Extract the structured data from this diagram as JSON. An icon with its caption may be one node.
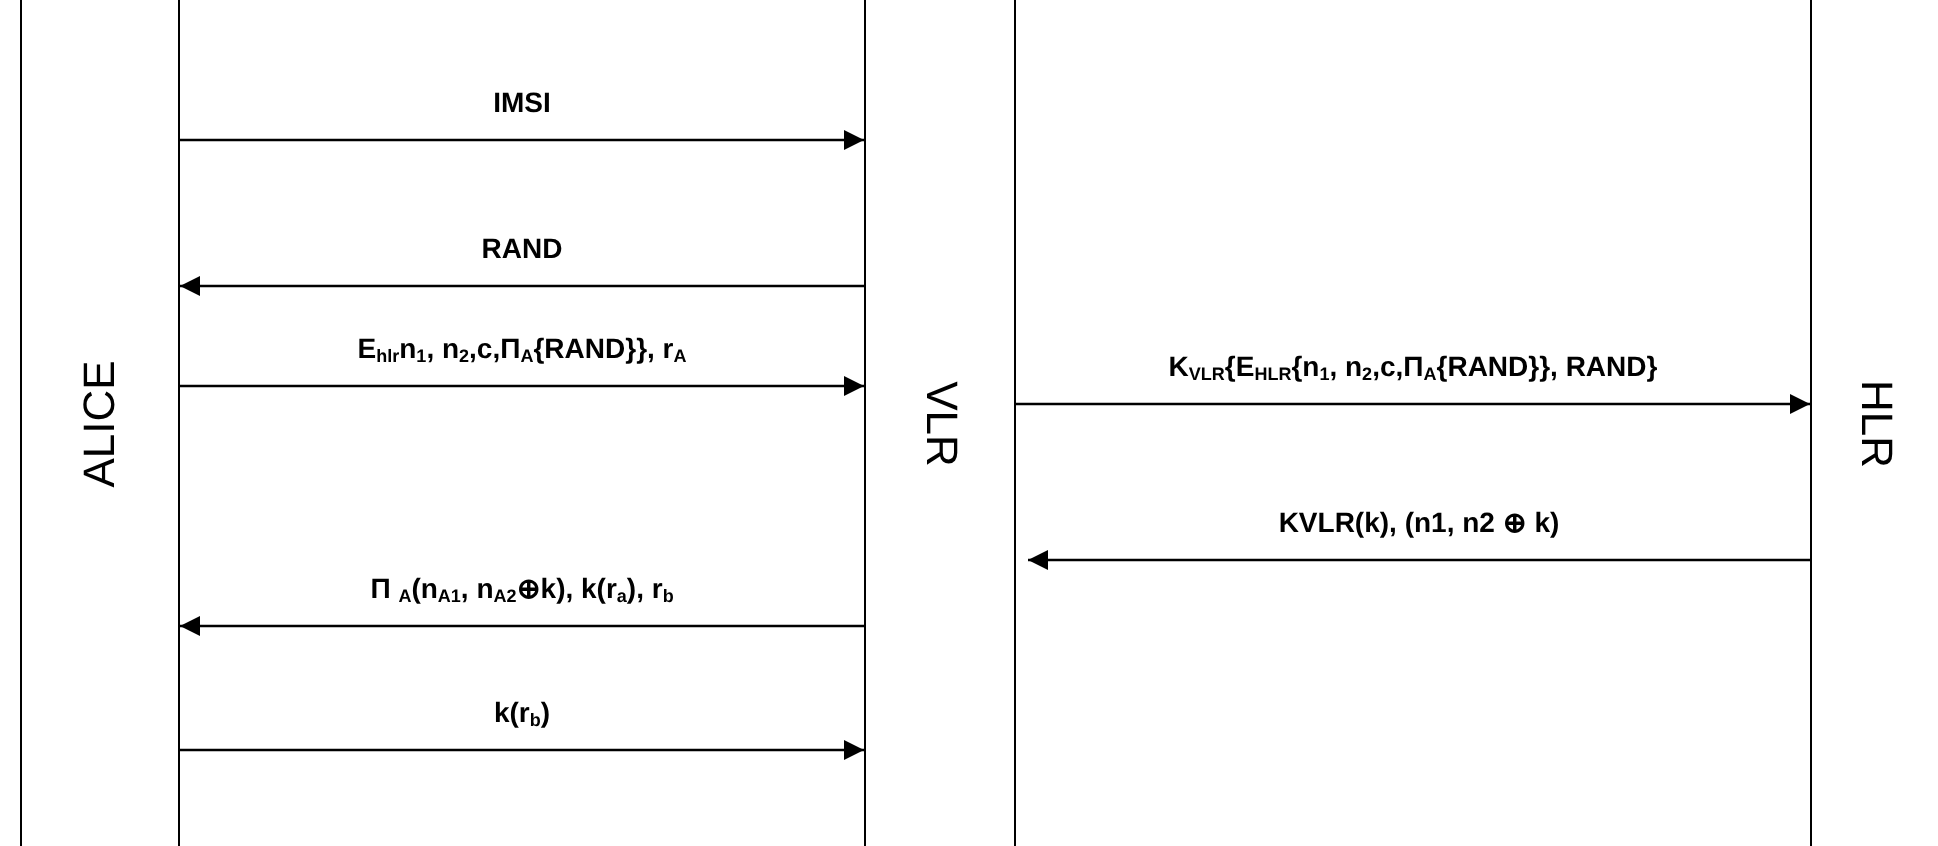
{
  "diagram": {
    "nodes": [
      {
        "text": [
          "ALICE"
        ]
      },
      {
        "text": [
          "VLR"
        ]
      },
      {
        "text": [
          "HLR"
        ]
      }
    ],
    "edges": [
      {
        "from": 0,
        "to": 1,
        "arrow": "to",
        "label": "IMSI"
      },
      {
        "from": 1,
        "to": 0,
        "arrow": "to",
        "label": "RAND"
      },
      {
        "from": 0,
        "to": 1,
        "arrow": "to",
        "label": "E$_{hlr}$n$_{1}$, n$_{2}$,c,Π$_{A}${RAND}}, r$_{A}$"
      },
      {
        "from": 1,
        "to": 2,
        "arrow": "to",
        "label": "K$_{VLR}${E$_{HLR}${n$_{1}$, n$_{2}$,c,Π$_{A}${RAND}}, RAND}"
      },
      {
        "from": 2,
        "to": 1,
        "arrow": "to",
        "label": "KVLR(k),    (n1, n2 ⊕ k)"
      },
      {
        "from": 1,
        "to": 0,
        "arrow": "to",
        "label": "Π $_{A}$(n$_{A1}$, n$_{A2}$⊕k), k(r$_{a}$), r$_{b}$"
      },
      {
        "from": 0,
        "to": 1,
        "arrow": "to",
        "label": "k(r$_{b}$)"
      }
    ]
  }
}
